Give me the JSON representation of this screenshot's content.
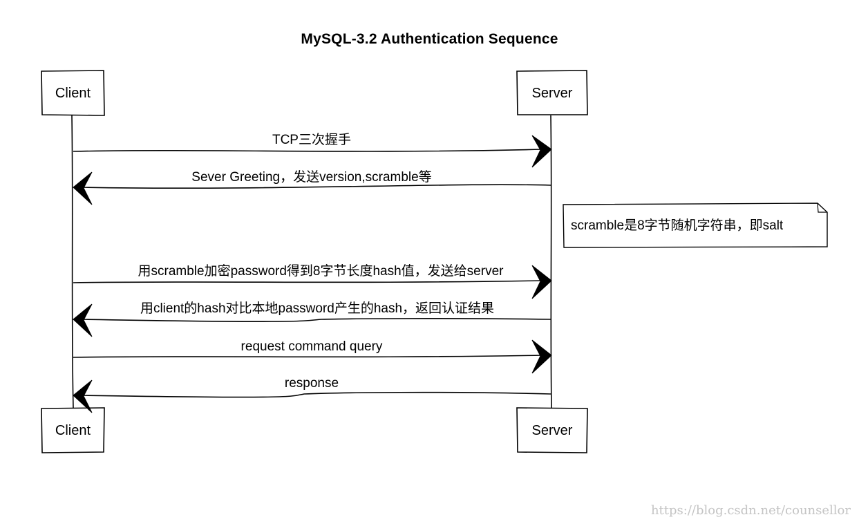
{
  "diagram": {
    "title": "MySQL-3.2 Authentication Sequence",
    "participants": {
      "client": "Client",
      "server": "Server"
    },
    "messages": [
      {
        "label": "TCP三次握手",
        "from": "client",
        "to": "server"
      },
      {
        "label": "Sever Greeting，发送version,scramble等",
        "from": "server",
        "to": "client"
      },
      {
        "label": "用scramble加密password得到8字节长度hash值，发送给server",
        "from": "client",
        "to": "server"
      },
      {
        "label": "用client的hash对比本地password产生的hash，返回认证结果",
        "from": "server",
        "to": "client"
      },
      {
        "label": "request command query",
        "from": "client",
        "to": "server"
      },
      {
        "label": "response",
        "from": "server",
        "to": "client"
      }
    ],
    "note": {
      "text": "scramble是8字节随机字符串，即salt",
      "attached_to": "server"
    }
  },
  "watermark": "https://blog.csdn.net/counsellor",
  "colors": {
    "stroke": "#000000",
    "background": "#ffffff",
    "watermark": "#c4c4c4"
  }
}
